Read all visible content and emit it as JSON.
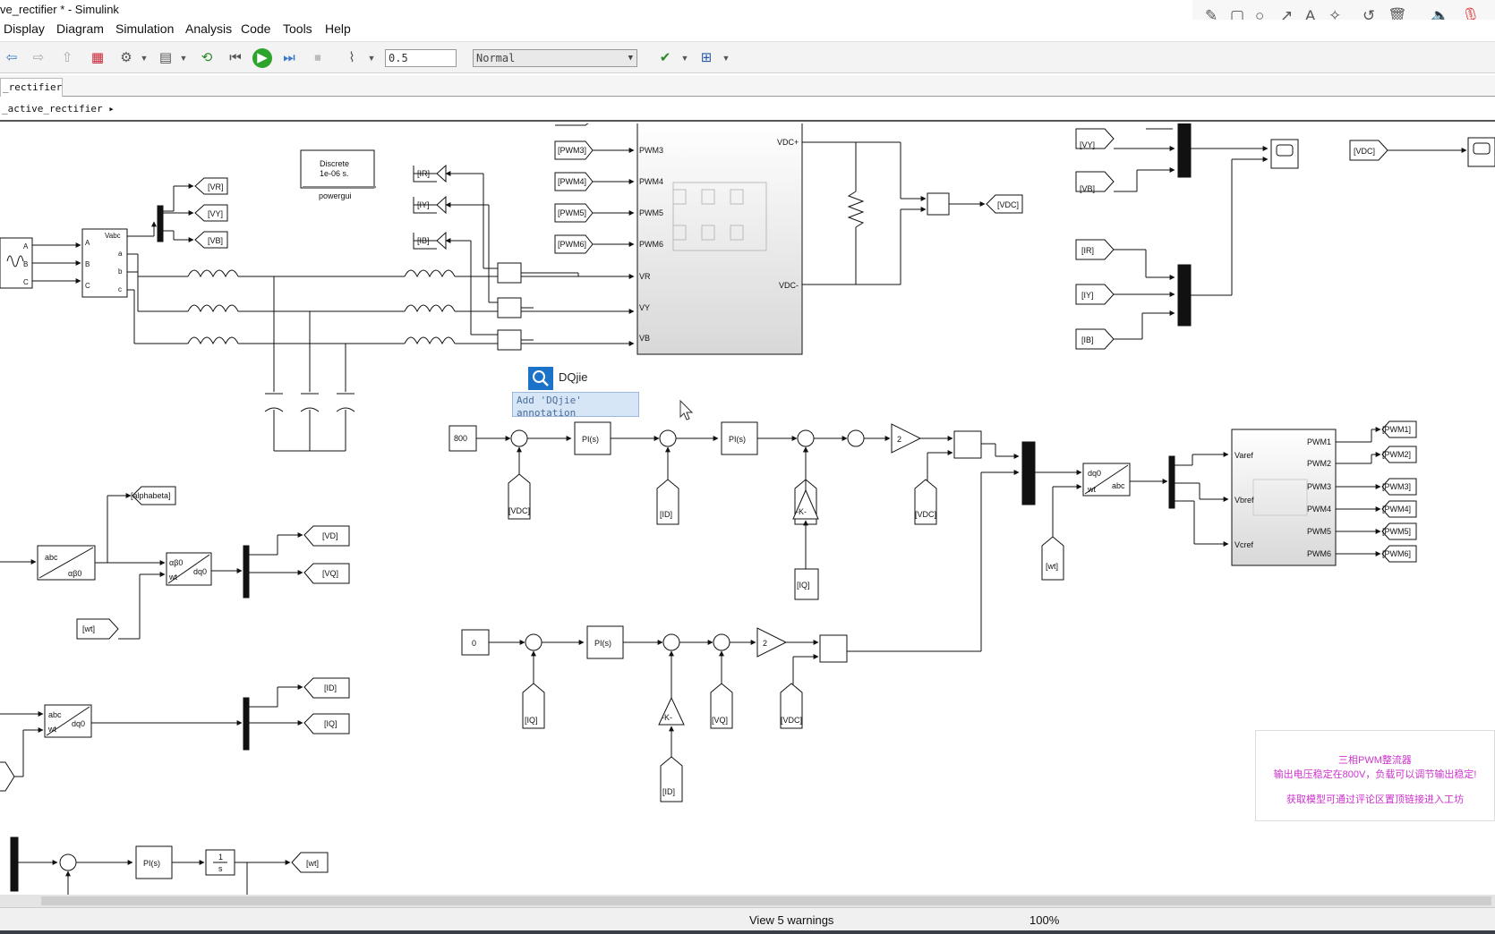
{
  "window": {
    "title": "ve_rectifier * - Simulink"
  },
  "menu": [
    "Display",
    "Diagram",
    "Simulation",
    "Analysis",
    "Code",
    "Tools",
    "Help"
  ],
  "toolbar": {
    "stop_time": "0.5",
    "sim_mode": "Normal"
  },
  "tab": {
    "label": "_rectifier"
  },
  "breadcrumb": {
    "path": "_active_rectifier"
  },
  "search": {
    "query": "DQjie",
    "suggestion": "Add 'DQjie' annotation"
  },
  "powergui": {
    "line1": "Discrete",
    "line2": "1e-06 s.",
    "caption": "powergui"
  },
  "tags": {
    "VR": "[VR]",
    "VY": "[VY]",
    "VB": "[VB]",
    "IR": "[IR]",
    "IY": "[IY]",
    "IB": "[IB]",
    "PWM3": "[PWM3]",
    "PWM4": "[PWM4]",
    "PWM5": "[PWM5]",
    "PWM6": "[PWM6]",
    "PWM1": "[PWM1]",
    "PWM2": "[PWM2]",
    "VDC": "[VDC]",
    "ID": "[ID]",
    "IQ": "[IQ]",
    "VD": "[VD]",
    "VQ": "[VQ]",
    "wt": "[wt]",
    "alphabeta": "[alphabeta]"
  },
  "blocks": {
    "const_800": "800",
    "const_0": "0",
    "pi": "PI(s)",
    "gain_2": "2",
    "gain_k": "-K-",
    "integrator_top": "1",
    "integrator_bottom": "s"
  },
  "ports": {
    "bridge_in": [
      "PWM3",
      "PWM4",
      "PWM5",
      "PWM6",
      "VR",
      "VY",
      "VB"
    ],
    "bridge_out": [
      "VDC+",
      "VDC-"
    ],
    "pwm_in": [
      "Varef",
      "Vbref",
      "Vcref"
    ],
    "pwm_out": [
      "PWM1",
      "PWM2",
      "PWM3",
      "PWM4",
      "PWM5",
      "PWM6"
    ],
    "vm_in": [
      "A",
      "B",
      "C"
    ],
    "vm_out": [
      "Vabc",
      "a",
      "b",
      "c"
    ],
    "abc": "abc",
    "alphabeta0": "αβ0",
    "dq0": "dq0",
    "wt": "wt"
  },
  "note": {
    "line1": "三相PWM整流器",
    "line2": "输出电压稳定在800V，负载可以调节输出稳定!",
    "line3": "获取模型可通过评论区置顶链接进入工坊"
  },
  "status": {
    "warnings": "View 5 warnings",
    "zoom": "100%"
  }
}
